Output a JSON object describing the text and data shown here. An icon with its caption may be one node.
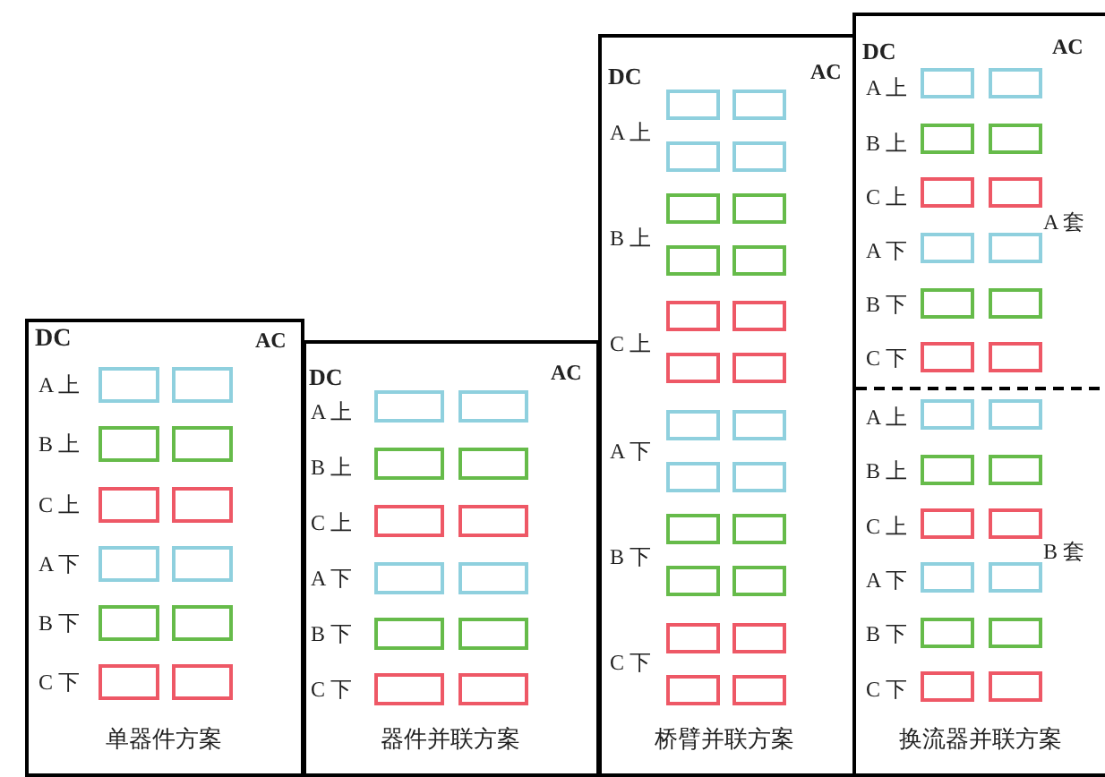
{
  "diagram": {
    "nodes": [
      {
        "text": [
          "DC",
          "AC",
          "A 上",
          "B 上",
          "C 上",
          "A 下",
          "B 下",
          "C 下",
          "单器件方案"
        ]
      },
      {
        "text": [],
        "shape": "box",
        "in": 0
      },
      {
        "text": [],
        "shape": "box",
        "in": 0
      },
      {
        "text": [],
        "shape": "box",
        "in": 0
      },
      {
        "text": [],
        "shape": "box",
        "in": 0
      },
      {
        "text": [],
        "shape": "box",
        "in": 0
      },
      {
        "text": [],
        "shape": "box",
        "in": 0
      },
      {
        "text": [],
        "shape": "box",
        "in": 0
      },
      {
        "text": [],
        "shape": "box",
        "in": 0
      },
      {
        "text": [],
        "shape": "box",
        "in": 0
      },
      {
        "text": [],
        "shape": "box",
        "in": 0
      },
      {
        "text": [],
        "shape": "box",
        "in": 0
      },
      {
        "text": [],
        "shape": "box",
        "in": 0
      },
      {
        "text": [
          "DC",
          "AC",
          "A 上",
          "B 上",
          "C 上",
          "A 下",
          "B 下",
          "C 下",
          "器件并联方案"
        ]
      },
      {
        "text": [],
        "shape": "box",
        "in": 13
      },
      {
        "text": [],
        "shape": "box",
        "in": 13
      },
      {
        "text": [],
        "shape": "box",
        "in": 13
      },
      {
        "text": [],
        "shape": "box",
        "in": 13
      },
      {
        "text": [],
        "shape": "box",
        "in": 13
      },
      {
        "text": [],
        "shape": "box",
        "in": 13
      },
      {
        "text": [],
        "shape": "box",
        "in": 13
      },
      {
        "text": [],
        "shape": "box",
        "in": 13
      },
      {
        "text": [],
        "shape": "box",
        "in": 13
      },
      {
        "text": [],
        "shape": "box",
        "in": 13
      },
      {
        "text": [],
        "shape": "box",
        "in": 13
      },
      {
        "text": [],
        "shape": "box",
        "in": 13
      },
      {
        "text": [
          "DC",
          "AC",
          "A 上",
          "B 上",
          "C 上",
          "A 下",
          "B 下",
          "C 下",
          "桥臂并联方案"
        ]
      },
      {
        "text": [],
        "shape": "box",
        "in": 26
      },
      {
        "text": [],
        "shape": "box",
        "in": 26
      },
      {
        "text": [],
        "shape": "box",
        "in": 26
      },
      {
        "text": [],
        "shape": "box",
        "in": 26
      },
      {
        "text": [],
        "shape": "box",
        "in": 26
      },
      {
        "text": [],
        "shape": "box",
        "in": 26
      },
      {
        "text": [],
        "shape": "box",
        "in": 26
      },
      {
        "text": [],
        "shape": "box",
        "in": 26
      },
      {
        "text": [],
        "shape": "box",
        "in": 26
      },
      {
        "text": [],
        "shape": "box",
        "in": 26
      },
      {
        "text": [],
        "shape": "box",
        "in": 26
      },
      {
        "text": [],
        "shape": "box",
        "in": 26
      },
      {
        "text": [],
        "shape": "box",
        "in": 26
      },
      {
        "text": [],
        "shape": "box",
        "in": 26
      },
      {
        "text": [],
        "shape": "box",
        "in": 26
      },
      {
        "text": [],
        "shape": "box",
        "in": 26
      },
      {
        "text": [],
        "shape": "box",
        "in": 26
      },
      {
        "text": [],
        "shape": "box",
        "in": 26
      },
      {
        "text": [],
        "shape": "box",
        "in": 26
      },
      {
        "text": [],
        "shape": "box",
        "in": 26
      },
      {
        "text": [],
        "shape": "box",
        "in": 26
      },
      {
        "text": [],
        "shape": "box",
        "in": 26
      },
      {
        "text": [],
        "shape": "box",
        "in": 26
      },
      {
        "text": [],
        "shape": "box",
        "in": 26
      },
      {
        "text": [
          "DC",
          "AC",
          "A 上",
          "B 上",
          "C 上",
          "A 下",
          "B 下",
          "C 下",
          "A 套",
          "A 上",
          "B 上",
          "C 上",
          "A 下",
          "B 下",
          "C 下",
          "B 套",
          "换流器并联方案"
        ]
      },
      {
        "text": [],
        "shape": "box",
        "in": 51
      },
      {
        "text": [],
        "shape": "box",
        "in": 51
      },
      {
        "text": [],
        "shape": "box",
        "in": 51
      },
      {
        "text": [],
        "shape": "box",
        "in": 51
      },
      {
        "text": [],
        "shape": "box",
        "in": 51
      },
      {
        "text": [],
        "shape": "box",
        "in": 51
      },
      {
        "text": [],
        "shape": "box",
        "in": 51
      },
      {
        "text": [],
        "shape": "box",
        "in": 51
      },
      {
        "text": [],
        "shape": "box",
        "in": 51
      },
      {
        "text": [],
        "shape": "box",
        "in": 51
      },
      {
        "text": [],
        "shape": "box",
        "in": 51
      },
      {
        "text": [],
        "shape": "box",
        "in": 51
      },
      {
        "text": [],
        "shape": "box",
        "in": 51
      },
      {
        "text": [],
        "shape": "box",
        "in": 51
      },
      {
        "text": [],
        "shape": "box",
        "in": 51
      },
      {
        "text": [],
        "shape": "box",
        "in": 51
      },
      {
        "text": [],
        "shape": "box",
        "in": 51
      },
      {
        "text": [],
        "shape": "box",
        "in": 51
      },
      {
        "text": [],
        "shape": "box",
        "in": 51
      },
      {
        "text": [],
        "shape": "box",
        "in": 51
      },
      {
        "text": [],
        "shape": "box",
        "in": 51
      },
      {
        "text": [],
        "shape": "box",
        "in": 51
      },
      {
        "text": [],
        "shape": "box",
        "in": 51
      },
      {
        "text": [],
        "shape": "box",
        "in": 51
      }
    ]
  }
}
